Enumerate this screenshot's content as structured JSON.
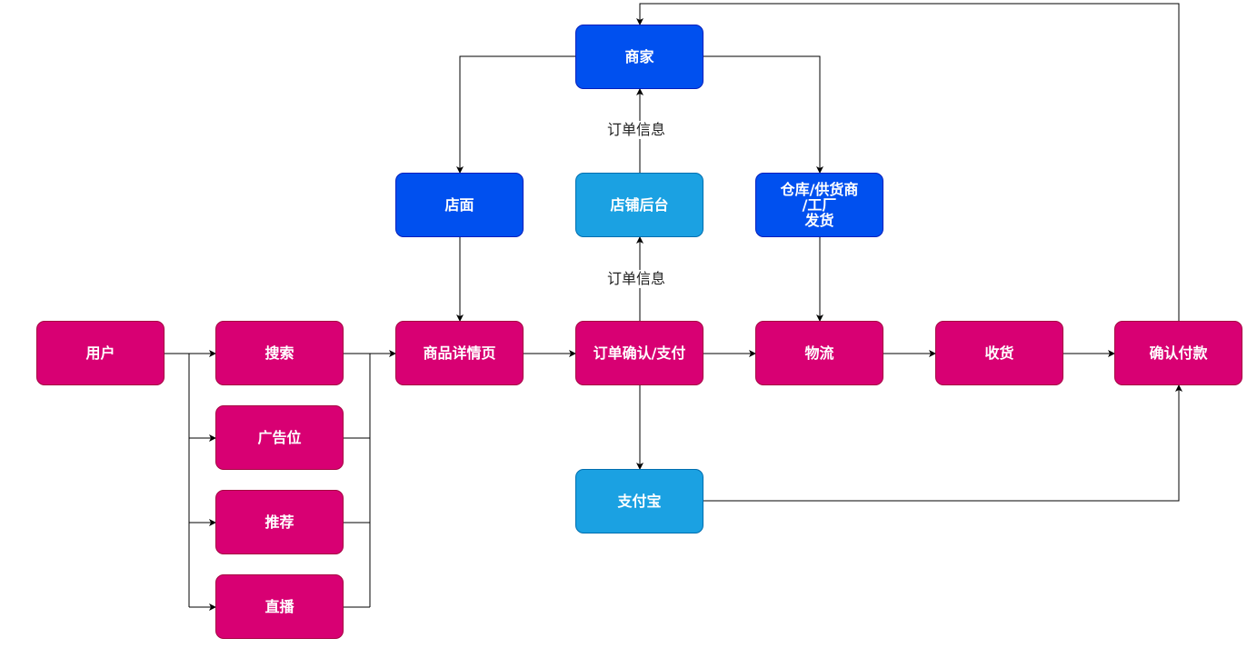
{
  "nodes": {
    "user": "用户",
    "search": "搜索",
    "ad": "广告位",
    "recommend": "推荐",
    "live": "直播",
    "detail": "商品详情页",
    "order": "订单确认/支付",
    "logistics": "物流",
    "receive": "收货",
    "confirm": "确认付款",
    "merchant": "商家",
    "storefront": "店面",
    "backend": "店铺后台",
    "warehouse": "仓库/供货商\n/工厂\n发货",
    "alipay": "支付宝"
  },
  "edge_labels": {
    "order_to_backend": "订单信息",
    "backend_to_merchant": "订单信息"
  },
  "colors": {
    "pink": "#d80073",
    "blue": "#0050ef",
    "light_blue": "#1ba1e2",
    "line": "#000000"
  }
}
